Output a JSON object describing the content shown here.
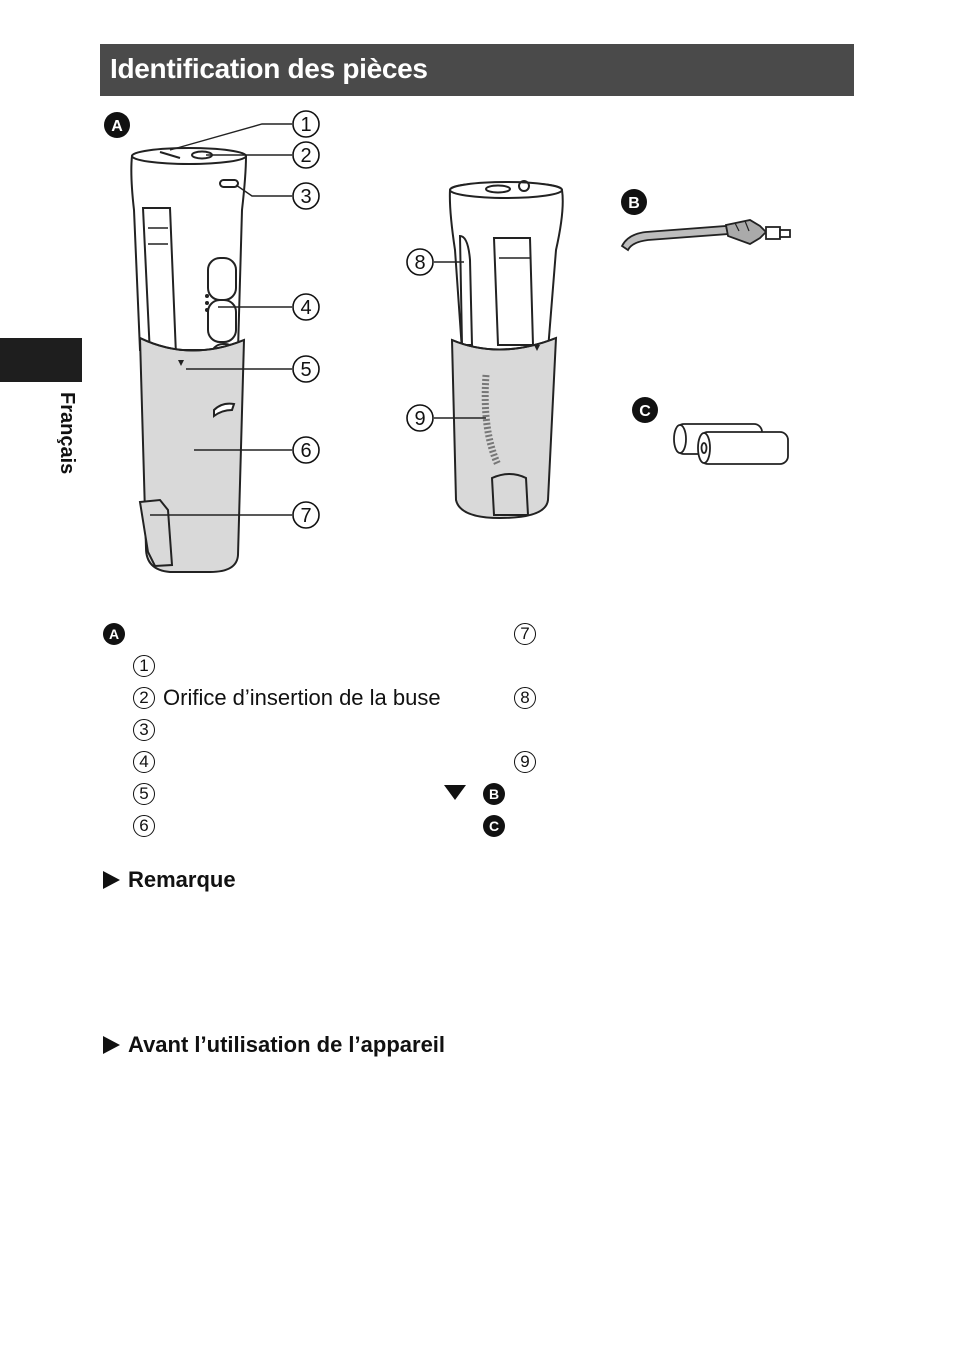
{
  "header": {
    "title": "Identification des pièces"
  },
  "side_tab": {
    "language": "Français"
  },
  "figure": {
    "labels": {
      "A": "A",
      "B": "B",
      "C": "C",
      "n1": "1",
      "n2": "2",
      "n3": "3",
      "n4": "4",
      "n5": "5",
      "n6": "6",
      "n7": "7",
      "n8": "8",
      "n9": "9"
    }
  },
  "legend": {
    "group_a_badge": "A",
    "left_items": [
      {
        "number": "1",
        "text": ""
      },
      {
        "number": "2",
        "text": "Orifice d’insertion de la buse"
      },
      {
        "number": "3",
        "text": ""
      },
      {
        "number": "4",
        "text": ""
      },
      {
        "number": "5",
        "text": ""
      },
      {
        "number": "6",
        "text": ""
      }
    ],
    "right_items": [
      {
        "number": "7",
        "text": ""
      },
      {
        "number": "8",
        "text": ""
      },
      {
        "number": "9",
        "text": ""
      }
    ],
    "badge_b": "B",
    "badge_c": "C"
  },
  "sections": {
    "remark": "Remarque",
    "before_use": "Avant l’utilisation de l’appareil"
  },
  "colors": {
    "header_bg": "#4a4a4a",
    "tab_bg": "#1e1e1e",
    "tank": "#d9d9d9"
  }
}
